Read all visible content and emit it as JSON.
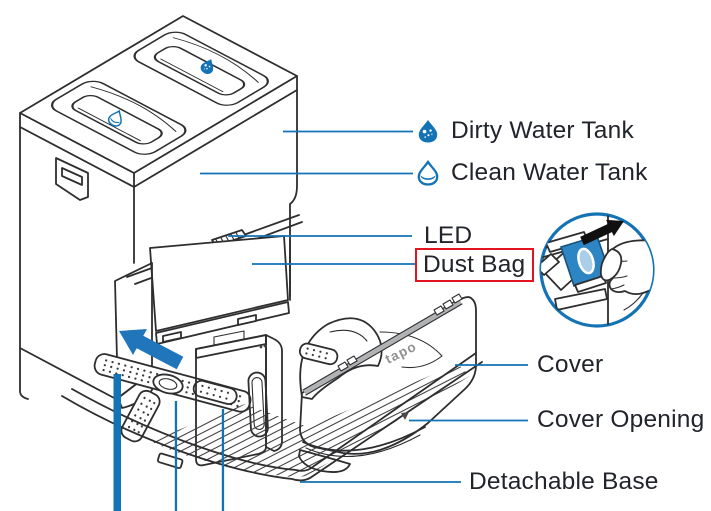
{
  "figure": {
    "brand_logo": "tapo",
    "labels": {
      "dirty_water_tank": "Dirty Water Tank",
      "clean_water_tank": "Clean Water Tank",
      "led": "LED",
      "dust_bag": "Dust Bag",
      "cover": "Cover",
      "cover_opening": "Cover Opening",
      "detachable_base": "Detachable Base"
    },
    "icons": {
      "dirty_water_tank": "dirty-water-drop-icon",
      "clean_water_tank": "clean-water-drop-icon"
    },
    "colors": {
      "accent_blue": "#1373b4",
      "highlight_red": "#e31420",
      "text": "#21242b",
      "cover_gray": "#cacbcc"
    }
  }
}
